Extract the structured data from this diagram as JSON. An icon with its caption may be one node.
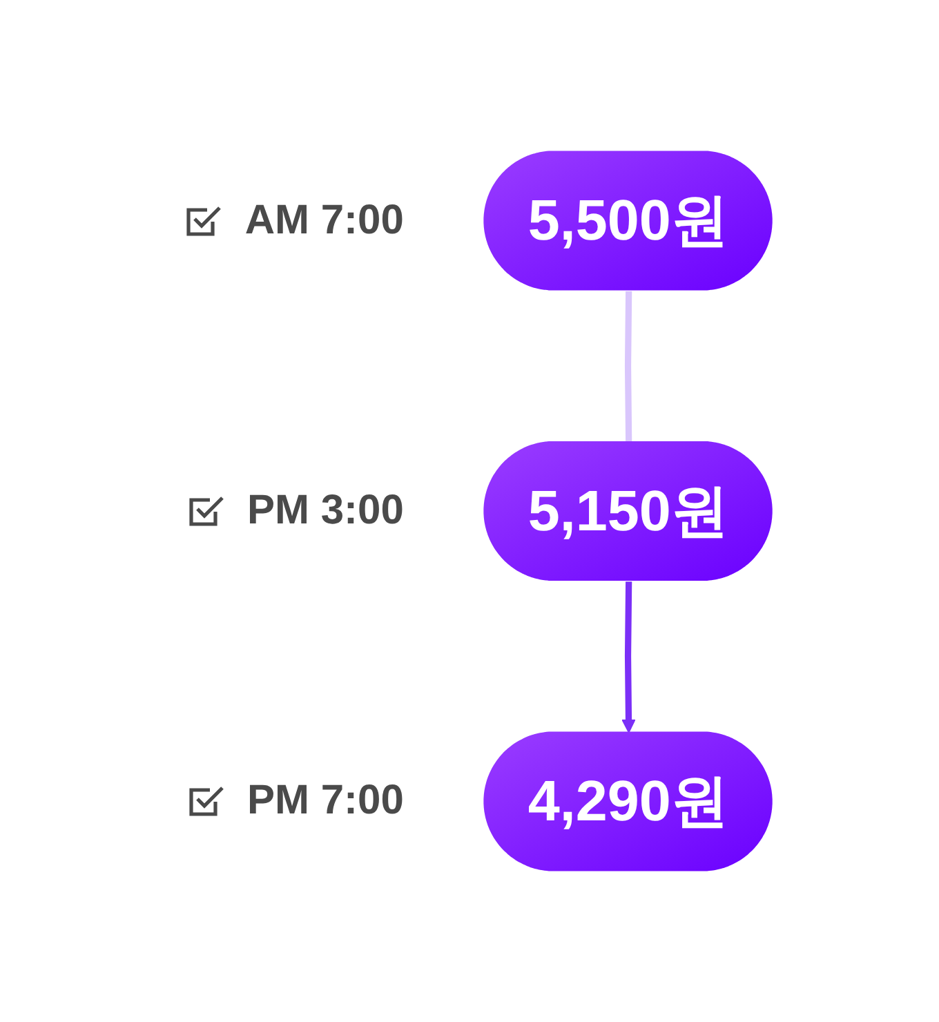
{
  "diagram": {
    "nodes": [
      {
        "text": [
          "5,500원"
        ],
        "beside": [
          "AM 7:00"
        ]
      },
      {
        "text": [
          "5,150원"
        ],
        "beside": [
          "PM 3:00"
        ]
      },
      {
        "text": [
          "4,290원"
        ],
        "beside": [
          "PM 7:00"
        ]
      }
    ],
    "edges": [
      {
        "from": 0,
        "to": 1,
        "arrow": "none",
        "color": "#d9c6fc"
      },
      {
        "from": 1,
        "to": 2,
        "arrow": "to",
        "color": "#7b2ff7"
      }
    ]
  }
}
